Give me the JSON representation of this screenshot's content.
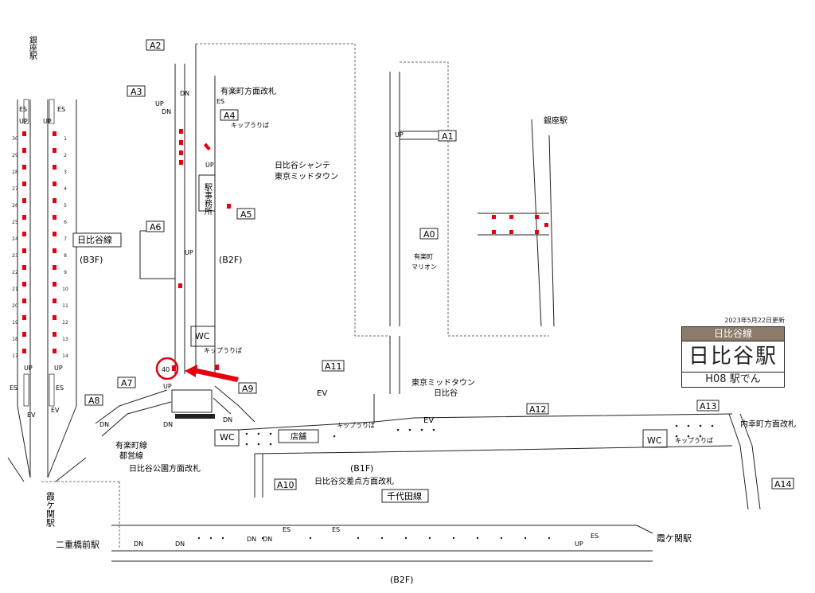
{
  "map": {
    "updated": "2023年5月22日更新",
    "line_name": "日比谷線",
    "station_name": "日比谷駅",
    "station_code": "H08 駅でん",
    "labels": {
      "ginza_left": "銀座駅",
      "ginza_right": "銀座駅",
      "hibiya_line": "日比谷線",
      "b3f": "(B3F)",
      "b2f_center": "(B2F)",
      "b1f": "(B1F)",
      "b2f_bottom": "(B2F)",
      "chiyoda_line": "千代田線",
      "yurakucho_gate": "有楽町方面改札",
      "hibiya_chanter": "日比谷シャンテ",
      "tokyo_midtown": "東京ミッドタウン",
      "midtown_hibiya_1": "東京ミッドタウン",
      "midtown_hibiya_2": "日比谷",
      "station_office": "駅事務所",
      "kippu": "キップうりば",
      "kippu2": "キップうりば",
      "kippu3": "キップうりば",
      "a0_line1": "有楽町",
      "a0_line2": "マリオン",
      "yurakucho_toei_1": "有楽町線",
      "yurakucho_toei_2": "都営線",
      "hibiya_park_gate": "日比谷公園方面改札",
      "hibiya_crossing_gate": "日比谷交差点方面改札",
      "uchisaiwai_gate": "内幸町方面改札",
      "shop": "店舗",
      "wc": "WC",
      "wc2": "WC",
      "wc3": "WC",
      "kasumigaseki_left": "霞ケ関駅",
      "kasumigaseki_right": "霞ケ関駅",
      "nijubashi": "二重橋前駅"
    },
    "exits": {
      "a0": "A0",
      "a1": "A1",
      "a2": "A2",
      "a3": "A3",
      "a4": "A4",
      "a5": "A5",
      "a6": "A6",
      "a7": "A7",
      "a8": "A8",
      "a9": "A9",
      "a10": "A10",
      "a11": "A11",
      "a12": "A12",
      "a13": "A13",
      "a14": "A14"
    },
    "marks": {
      "up": "UP",
      "dn": "DN",
      "es": "ES",
      "ev": "EV"
    },
    "car_numbers_left": [
      "30",
      "29",
      "28",
      "27",
      "26",
      "25",
      "24",
      "23",
      "22",
      "21",
      "20",
      "19",
      "18",
      "17"
    ],
    "car_numbers_right": [
      "1",
      "2",
      "3",
      "4",
      "5",
      "6",
      "7",
      "8",
      "9",
      "10",
      "11",
      "12",
      "13",
      "14"
    ],
    "highlighted_car": "40",
    "colors": {
      "highlight": "#e60012",
      "door": "#e60012",
      "legend_line_bg": "#8c7b6a"
    }
  }
}
